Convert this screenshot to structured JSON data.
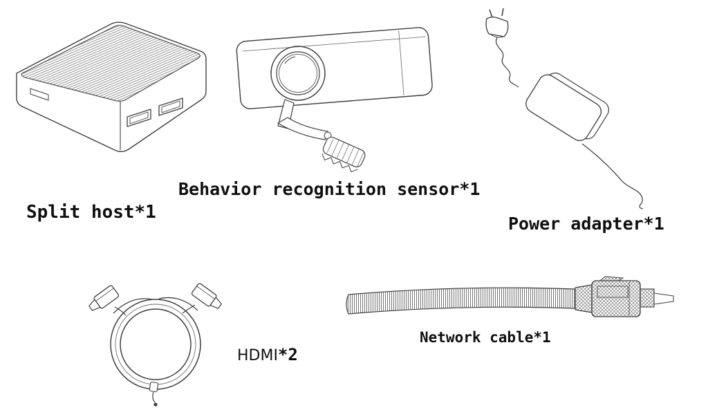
{
  "page": {
    "background": "#ffffff",
    "line_color": "#3d3d3d",
    "text_color": "#0f0f0f"
  },
  "items": [
    {
      "id": "split-host",
      "label": "Split host*1",
      "illustration": "split-host-line-drawing"
    },
    {
      "id": "behavior-sensor",
      "label": "Behavior recognition sensor*1",
      "illustration": "behavior-recognition-sensor-line-drawing"
    },
    {
      "id": "power-adapter",
      "label": "Power adapter*1",
      "illustration": "power-adapter-line-drawing"
    },
    {
      "id": "hdmi-cable",
      "label_name": "HDMI",
      "label_qty": "*2",
      "illustration": "hdmi-cable-coil-line-drawing"
    },
    {
      "id": "network-cable",
      "label": "Network cable*1",
      "illustration": "network-cable-line-drawing"
    }
  ]
}
